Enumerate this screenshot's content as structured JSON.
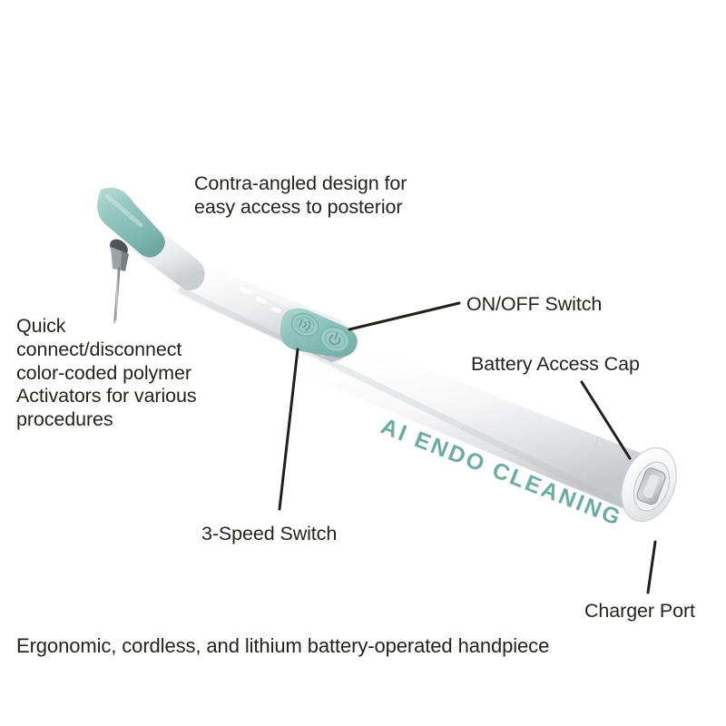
{
  "diagram": {
    "title": "AI Endo Cleaning Handpiece — annotated product diagram",
    "background_color": "#ffffff",
    "text_color": "#272220",
    "leader_line_color": "#241f1d"
  },
  "product": {
    "brand_text": "AI ENDO CLEANING",
    "brand_color": "#5fa79c",
    "body_color": "#fdfdfd",
    "body_shadow_color": "#c8c9cb",
    "accent_color": "#8fc4bd",
    "accent_dark_color": "#79b2aa",
    "tip_color": "#9a9da0",
    "speed_indicator_count": 3
  },
  "callouts": {
    "contra_angle": "Contra-angled design for\neasy access to posterior",
    "quick_connect": "Quick\nconnect/disconnect\ncolor-coded polymer\nActivators for various\nprocedures",
    "on_off_switch": "ON/OFF Switch",
    "battery_access_cap": "Battery Access Cap",
    "speed_switch": "3-Speed Switch",
    "charger_port": "Charger Port"
  },
  "caption": {
    "text": "Ergonomic, cordless, and lithium battery-operated handpiece"
  },
  "parts": {
    "activator_tip": "activator-file-tip",
    "head_cap": "teal-contra-angle-head-cap",
    "power_button": "power-button",
    "speed_button": "speed-button",
    "led_indicators": "three-speed-led-indicators",
    "battery_cap": "battery-access-cap",
    "charger_port": "oval-charger-port"
  }
}
